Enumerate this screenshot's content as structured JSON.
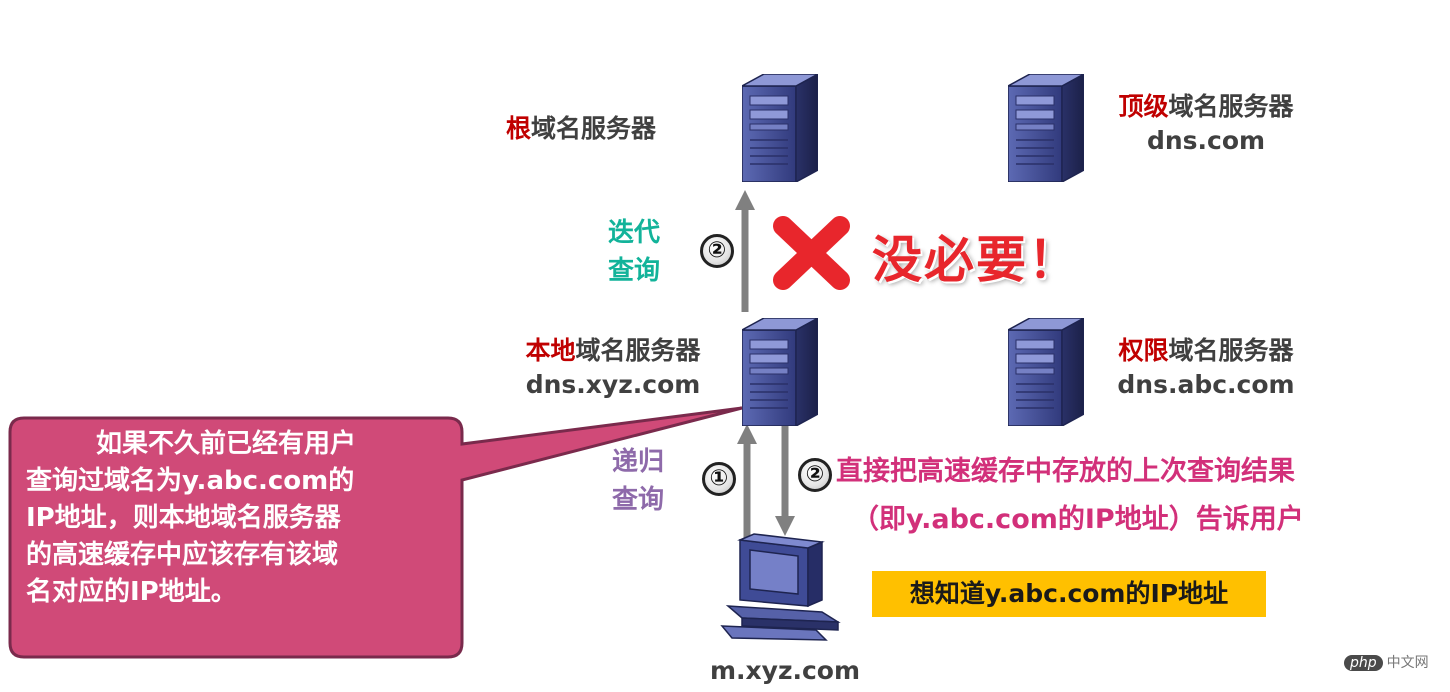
{
  "nodes": {
    "root": {
      "label_highlight": "根",
      "label_rest": "域名服务器",
      "name": ""
    },
    "tld": {
      "label_highlight": "顶级",
      "label_rest": "域名服务器",
      "name": "dns.com"
    },
    "local": {
      "label_highlight": "本地",
      "label_rest": "域名服务器",
      "name": "dns.xyz.com"
    },
    "authoritative": {
      "label_highlight": "权限",
      "label_rest": "域名服务器",
      "name": "dns.abc.com"
    },
    "client": {
      "name": "m.xyz.com"
    }
  },
  "steps": {
    "iterative": {
      "number": "②",
      "label_line1": "迭代",
      "label_line2": "查询"
    },
    "recursive": {
      "number": "①",
      "label_line1": "递归",
      "label_line2": "查询"
    },
    "reply": {
      "number": "②",
      "text_line1": "直接把高速缓存中存放的上次查询结果",
      "text_line2": "（即y.abc.com的IP地址）告诉用户"
    }
  },
  "annotations": {
    "not_needed": "没必要！",
    "query_box": "想知道y.abc.com的IP地址",
    "callout_line1": "如果不久前已经有用户",
    "callout_line2": "查询过域名为y.abc.com的",
    "callout_line3": "IP地址，则本地域名服务器",
    "callout_line4": "的高速缓存中应该存有该域",
    "callout_line5": "名对应的IP地址。"
  },
  "watermark": {
    "logo": "php",
    "text": "中文网"
  },
  "colors": {
    "highlight_red": "#c00000",
    "iterative_teal": "#12b39a",
    "recursive_purple": "#8e6aaa",
    "reply_magenta": "#d2307a",
    "callout_fill": "#d04a78",
    "query_box_fill": "#ffc000",
    "cross_red": "#e8262c"
  }
}
